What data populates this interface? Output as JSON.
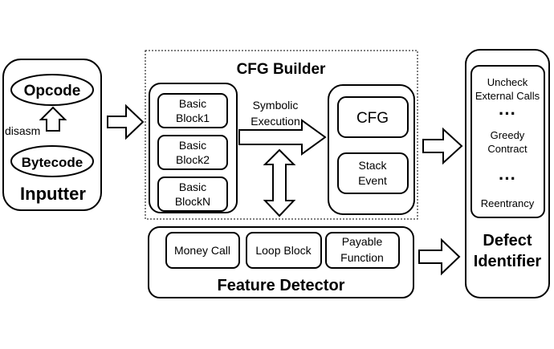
{
  "inputter": {
    "title": "Inputter",
    "opcode": "Opcode",
    "bytecode": "Bytecode",
    "disasm": "disasm"
  },
  "cfg_builder": {
    "title": "CFG Builder",
    "blocks": [
      [
        "Basic",
        "Block1"
      ],
      [
        "Basic",
        "Block2"
      ],
      [
        "Basic",
        "BlockN"
      ]
    ],
    "symbolic_execution": [
      "Symbolic",
      "Execution"
    ],
    "cfg": "CFG",
    "stack_event": [
      "Stack",
      "Event"
    ]
  },
  "feature_detector": {
    "title": "Feature Detector",
    "money_call": "Money Call",
    "loop_block": "Loop Block",
    "payable_function": [
      "Payable",
      "Function"
    ]
  },
  "defect_identifier": {
    "title": [
      "Defect",
      "Identifier"
    ],
    "unchecked_calls": [
      "Uncheck",
      "External Calls"
    ],
    "ellipsis_1": "···",
    "greedy_contract": [
      "Greedy",
      "Contract"
    ],
    "ellipsis_2": "···",
    "reentrancy": "Reentrancy"
  }
}
